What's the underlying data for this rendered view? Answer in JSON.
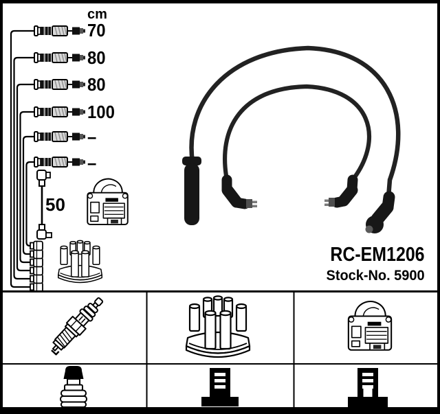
{
  "product": {
    "part_number": "RC-EM1206",
    "stock_line": "Stock-No. 5900"
  },
  "length_table": {
    "unit_header": "cm",
    "rows": [
      {
        "length": "70"
      },
      {
        "length": "80"
      },
      {
        "length": "80"
      },
      {
        "length": "100"
      },
      {
        "length": "–"
      },
      {
        "length": "–"
      }
    ],
    "coil_lead": {
      "length": "50"
    }
  },
  "legend": {
    "cells": [
      {
        "icon": "spark-plug-icon"
      },
      {
        "icon": "distributor-cap-icon"
      },
      {
        "icon": "ignition-coil-icon"
      },
      {
        "icon": "spark-plug-boot-icon"
      },
      {
        "icon": "distributor-terminal-icon"
      },
      {
        "icon": "distributor-terminal-icon"
      }
    ]
  },
  "colors": {
    "ink": "#000000",
    "paper": "#ffffff",
    "cable": "#1f1f1f"
  }
}
